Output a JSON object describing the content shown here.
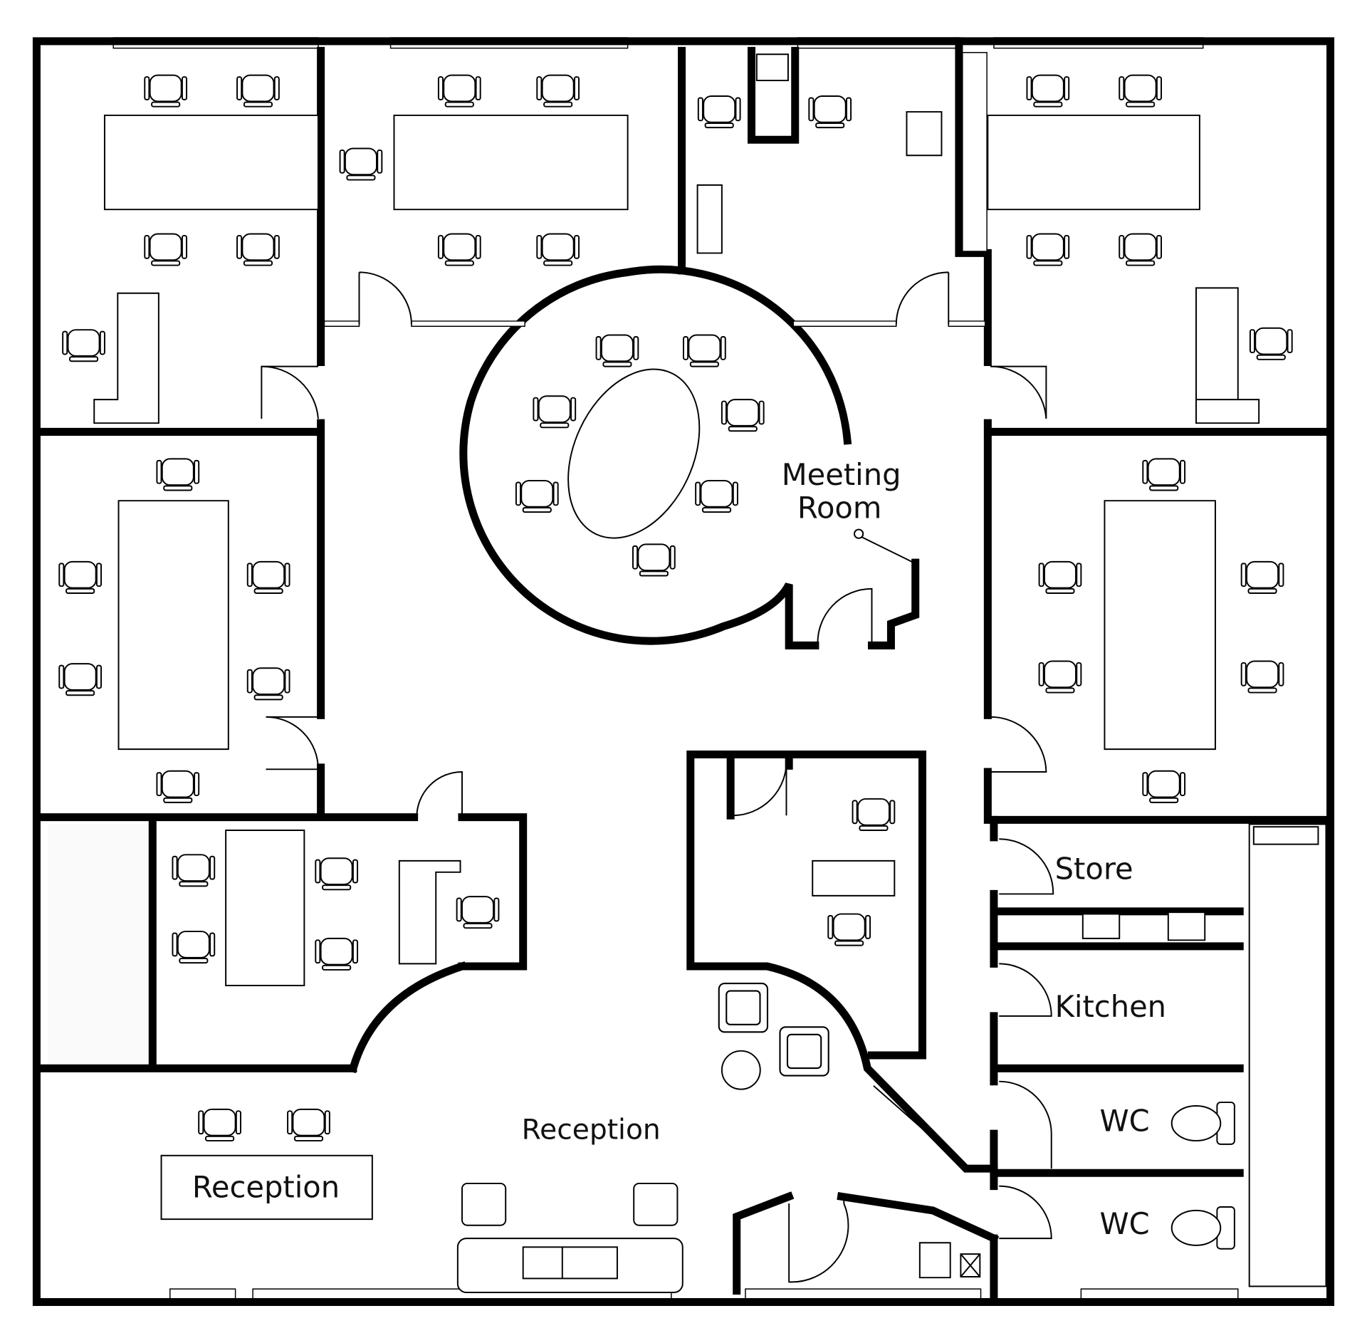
{
  "plan": {
    "rooms": {
      "meeting_room_line1": "Meeting",
      "meeting_room_line2": "Room",
      "store": "Store",
      "kitchen": "Kitchen",
      "wc_1": "WC",
      "wc_2": "WC",
      "reception_area": "Reception",
      "reception_desk": "Reception"
    }
  }
}
